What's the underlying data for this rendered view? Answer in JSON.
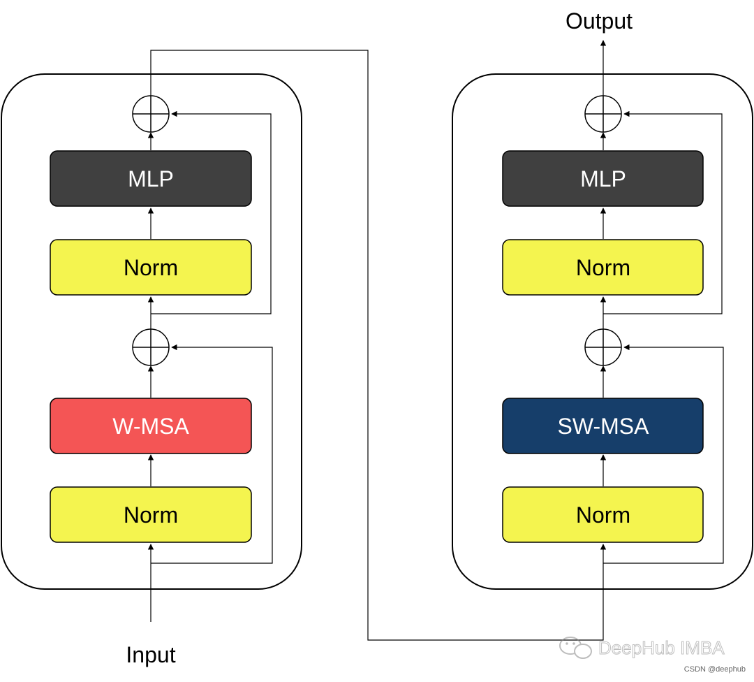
{
  "input_label": "Input",
  "output_label": "Output",
  "blocks": [
    {
      "norm1": "Norm",
      "attention": "W-MSA",
      "norm2": "Norm",
      "mlp": "MLP"
    },
    {
      "norm1": "Norm",
      "attention": "SW-MSA",
      "norm2": "Norm",
      "mlp": "MLP"
    }
  ],
  "colors": {
    "norm": "#f4f44f",
    "mlp": "#404040",
    "w_msa": "#f45555",
    "sw_msa": "#163e6a",
    "line": "#000000",
    "container": "#000000"
  },
  "watermark": {
    "brand": "DeepHub IMBA",
    "source": "CSDN @deephub",
    "icon": "wechat-icon"
  }
}
